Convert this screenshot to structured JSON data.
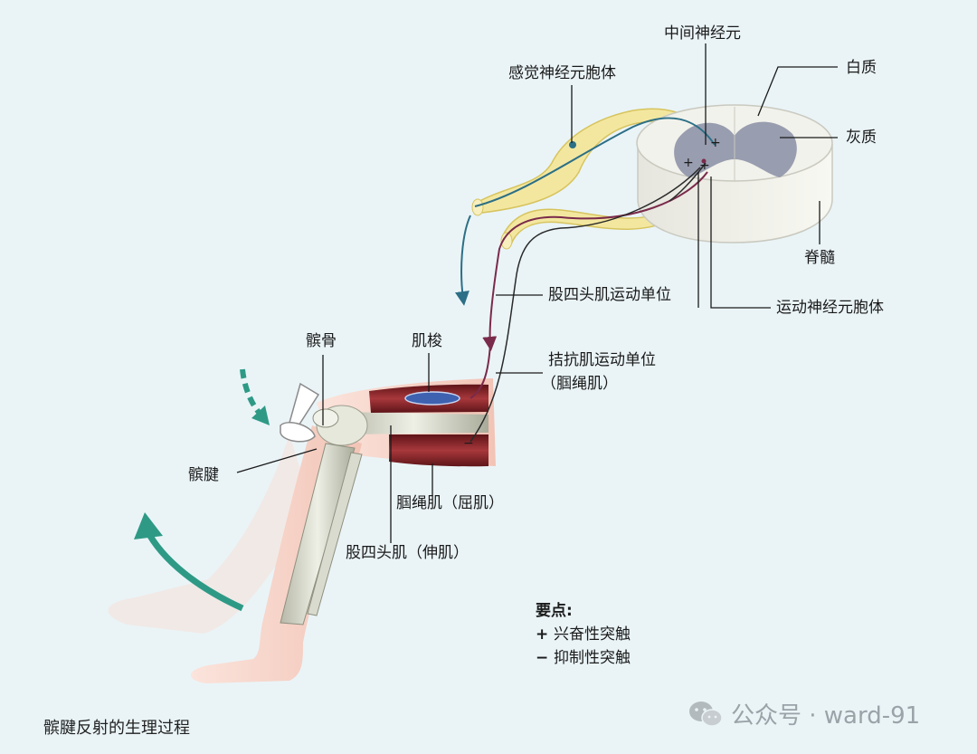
{
  "labels": {
    "interneuron": "中间神经元",
    "sensory_cell_body": "感觉神经元胞体",
    "white_matter": "白质",
    "gray_matter": "灰质",
    "spinal_cord": "脊髓",
    "quadriceps_motor_unit": "股四头肌运动单位",
    "motor_neuron_cell_body": "运动神经元胞体",
    "patella": "髌骨",
    "muscle_spindle": "肌梭",
    "antagonist_motor_unit_line1": "拮抗肌运动单位",
    "antagonist_motor_unit_line2": "（腘绳肌）",
    "patellar_tendon": "髌腱",
    "hamstring": "腘绳肌（屈肌）",
    "quadriceps": "股四头肌（伸肌）"
  },
  "key": {
    "title": "要点:",
    "items": [
      {
        "symbol": "+",
        "text": "兴奋性突触"
      },
      {
        "symbol": "−",
        "text": "抑制性突触"
      }
    ]
  },
  "caption": "髌腱反射的生理过程",
  "watermark": "公众号 · ward-91",
  "colors": {
    "sensory": "#2c6f86",
    "motor": "#7a2a4a",
    "nerve_sheath": "#f3e7a0",
    "muscle": "#8a1f24",
    "gray_matter": "#8e93a8",
    "arrow": "#2e9a86"
  }
}
